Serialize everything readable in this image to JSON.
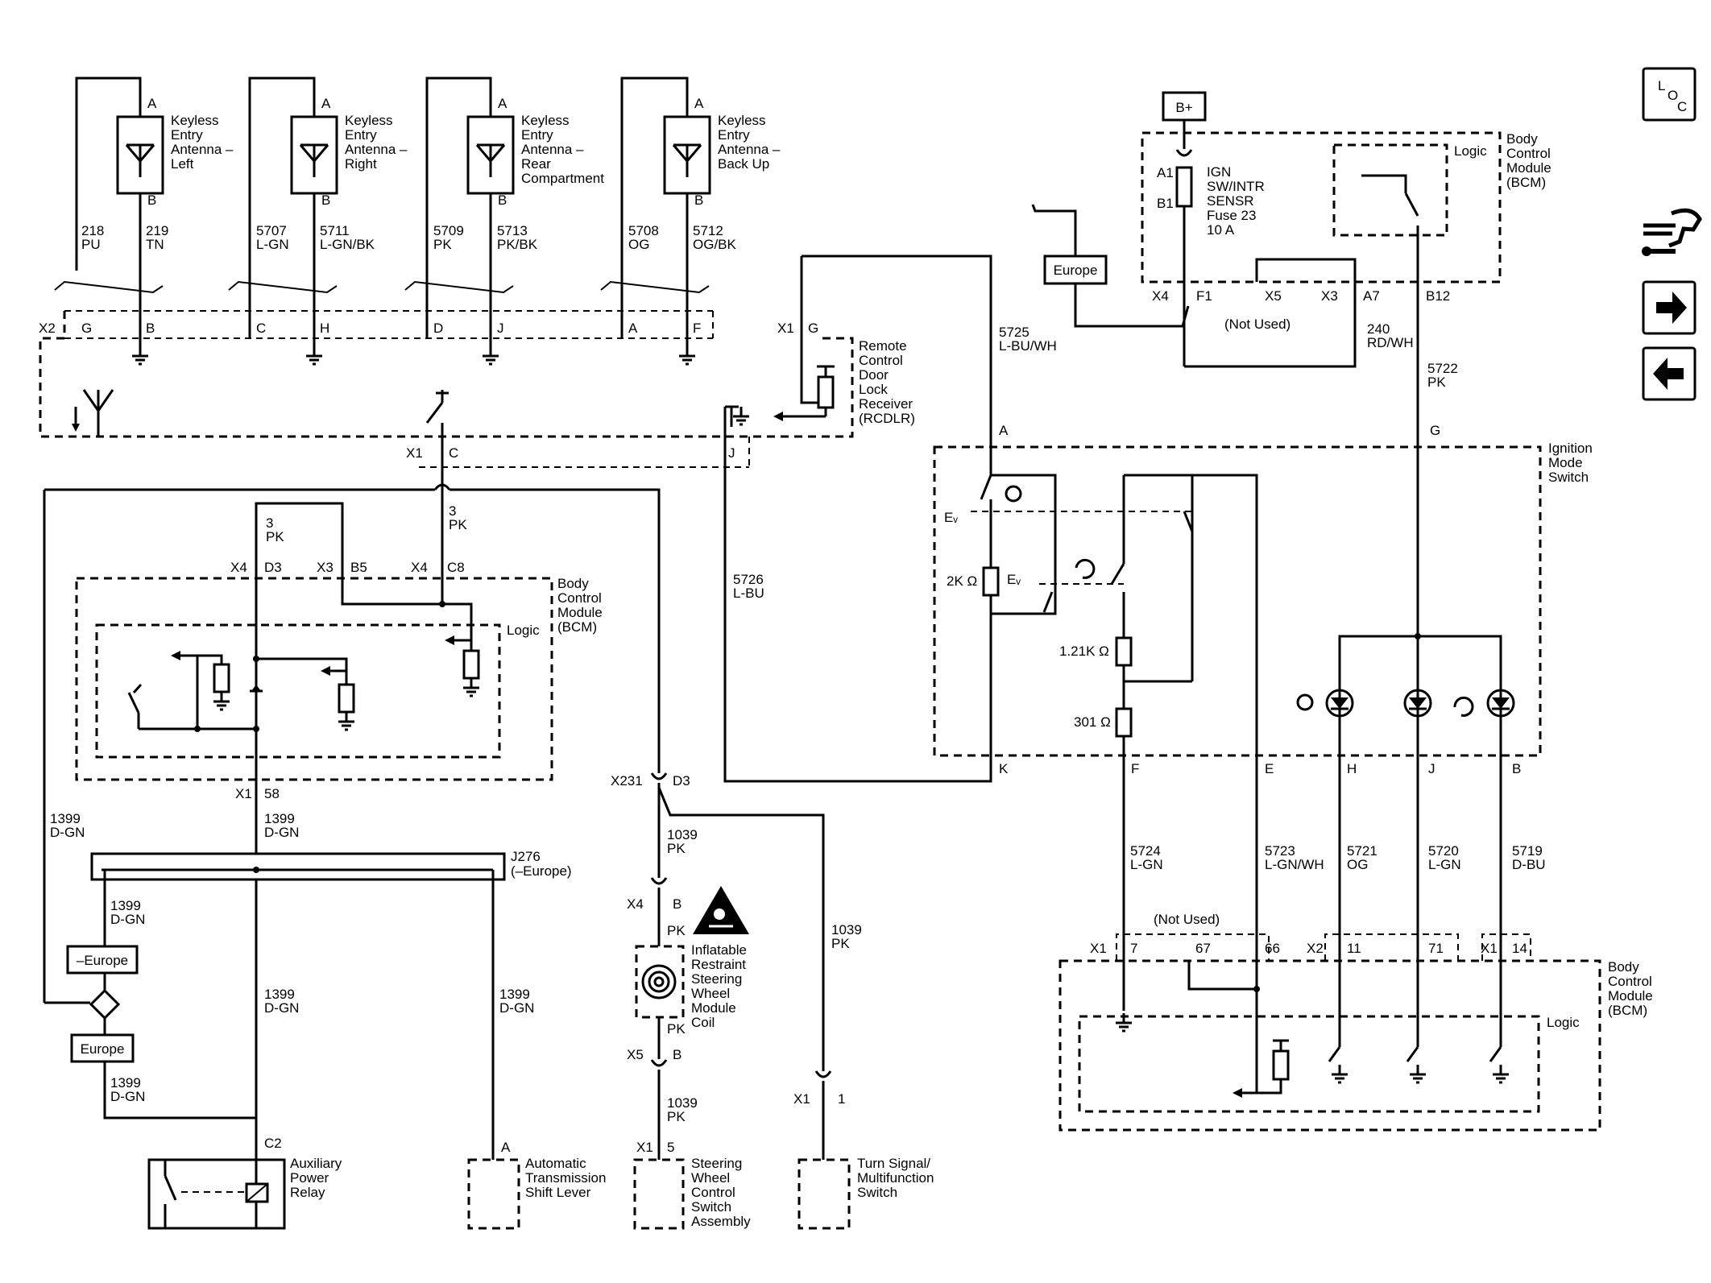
{
  "antennas": [
    {
      "name_lines": [
        "Keyless",
        "Entry",
        "Antenna –",
        "Left"
      ],
      "pin_top": "A",
      "pin_bottom": "B",
      "wire_left": {
        "num": "218",
        "color": "PU"
      },
      "wire_right": {
        "num": "219",
        "color": "TN"
      },
      "pin_left": "G",
      "pin_right": "B"
    },
    {
      "name_lines": [
        "Keyless",
        "Entry",
        "Antenna –",
        "Right"
      ],
      "pin_top": "A",
      "pin_bottom": "B",
      "wire_left": {
        "num": "5707",
        "color": "L-GN"
      },
      "wire_right": {
        "num": "5711",
        "color": "L-GN/BK"
      },
      "pin_left": "C",
      "pin_right": "H"
    },
    {
      "name_lines": [
        "Keyless",
        "Entry",
        "Antenna –",
        "Rear",
        "Compartment"
      ],
      "pin_top": "A",
      "pin_bottom": "B",
      "wire_left": {
        "num": "5709",
        "color": "PK"
      },
      "wire_right": {
        "num": "5713",
        "color": "PK/BK"
      },
      "pin_left": "D",
      "pin_right": "J"
    },
    {
      "name_lines": [
        "Keyless",
        "Entry",
        "Antenna –",
        "Back Up"
      ],
      "pin_top": "A",
      "pin_bottom": "B",
      "wire_left": {
        "num": "5708",
        "color": "OG"
      },
      "wire_right": {
        "num": "5712",
        "color": "OG/BK"
      },
      "pin_left": "A",
      "pin_right": "F"
    }
  ],
  "rcdlr": {
    "name_lines": [
      "Remote",
      "Control",
      "Door",
      "Lock",
      "Receiver",
      "(RCDLR)"
    ],
    "conn_x2": "X2",
    "conn_x1": "X1",
    "pin_g": "G",
    "pin_c": "C",
    "pin_j": "J"
  },
  "bcm_top": {
    "bplus": "B+",
    "name_lines": [
      "Body",
      "Control",
      "Module",
      "(BCM)"
    ],
    "logic": "Logic",
    "fuse_lines": [
      "IGN",
      "SW/INTR",
      "SENSR",
      "Fuse 23",
      "10 A"
    ],
    "pins": [
      "A1",
      "B1",
      "X4",
      "F1",
      "X5",
      "X3",
      "A7",
      "B12"
    ],
    "not_used": "(Not Used)",
    "europe": "Europe"
  },
  "wires": {
    "w5725": {
      "num": "5725",
      "color": "L-BU/WH"
    },
    "w240": {
      "num": "240",
      "color": "RD/WH"
    },
    "w5722": {
      "num": "5722",
      "color": "PK"
    },
    "w5726": {
      "num": "5726",
      "color": "L-BU"
    },
    "w3a": {
      "num": "3",
      "color": "PK"
    },
    "w3b": {
      "num": "3",
      "color": "PK"
    },
    "w1399a": {
      "num": "1399",
      "color": "D-GN"
    },
    "w1399b": {
      "num": "1399",
      "color": "D-GN"
    },
    "w1399c": {
      "num": "1399",
      "color": "D-GN"
    },
    "w1399d": {
      "num": "1399",
      "color": "D-GN"
    },
    "w1399e": {
      "num": "1399",
      "color": "D-GN"
    },
    "w1399f": {
      "num": "1399",
      "color": "D-GN"
    },
    "w1039a": {
      "num": "1039",
      "color": "PK"
    },
    "w1039b": {
      "num": "1039",
      "color": "PK"
    },
    "w1039c": {
      "num": "1039",
      "color": "PK"
    },
    "w5724": {
      "num": "5724",
      "color": "L-GN"
    },
    "w5723": {
      "num": "5723",
      "color": "L-GN/WH"
    },
    "w5721": {
      "num": "5721",
      "color": "OG"
    },
    "w5720": {
      "num": "5720",
      "color": "L-GN"
    },
    "w5719": {
      "num": "5719",
      "color": "D-BU"
    }
  },
  "ignition": {
    "name_lines": [
      "Ignition",
      "Mode",
      "Switch"
    ],
    "pin_a": "A",
    "pin_g": "G",
    "pin_k": "K",
    "pin_f": "F",
    "pin_e": "E",
    "pin_h": "H",
    "pin_j": "J",
    "pin_b": "B",
    "r1": "2K Ω",
    "r2": "1.21K Ω",
    "r3": "301 Ω"
  },
  "bcm_mid": {
    "name_lines": [
      "Body",
      "Control",
      "Module",
      "(BCM)"
    ],
    "logic": "Logic",
    "pins": [
      "X4",
      "D3",
      "X3",
      "B5",
      "X4",
      "C8"
    ],
    "x1": "X1",
    "p58": "58"
  },
  "splice": {
    "id": "J276",
    "note": "(–Europe)"
  },
  "minus_europe": "–Europe",
  "europe2": "Europe",
  "relay": {
    "pin": "C2",
    "name_lines": [
      "Auxiliary",
      "Power",
      "Relay"
    ]
  },
  "shift": {
    "pin": "A",
    "name_lines": [
      "Automatic",
      "Transmission",
      "Shift Lever"
    ]
  },
  "coil": {
    "x231": "X231",
    "d3": "D3",
    "x4": "X4",
    "b1": "B",
    "pk1": "PK",
    "name_lines": [
      "Inflatable",
      "Restraint",
      "Steering",
      "Wheel",
      "Module",
      "Coil"
    ],
    "pk2": "PK",
    "x5": "X5",
    "b2": "B"
  },
  "swc": {
    "x1": "X1",
    "pin": "5",
    "name_lines": [
      "Steering",
      "Wheel",
      "Control",
      "Switch",
      "Assembly"
    ]
  },
  "turn": {
    "x1": "X1",
    "pin": "1",
    "name_lines": [
      "Turn Signal/",
      "Multifunction",
      "Switch"
    ]
  },
  "bcm_bot": {
    "name_lines": [
      "Body",
      "Control",
      "Module",
      "(BCM)"
    ],
    "logic": "Logic",
    "not_used": "(Not Used)",
    "pins": [
      "X1",
      "7",
      "67",
      "66",
      "X2",
      "11",
      "71",
      "X1",
      "14"
    ]
  },
  "loc": {
    "l": "L",
    "o": "O",
    "c": "C"
  }
}
